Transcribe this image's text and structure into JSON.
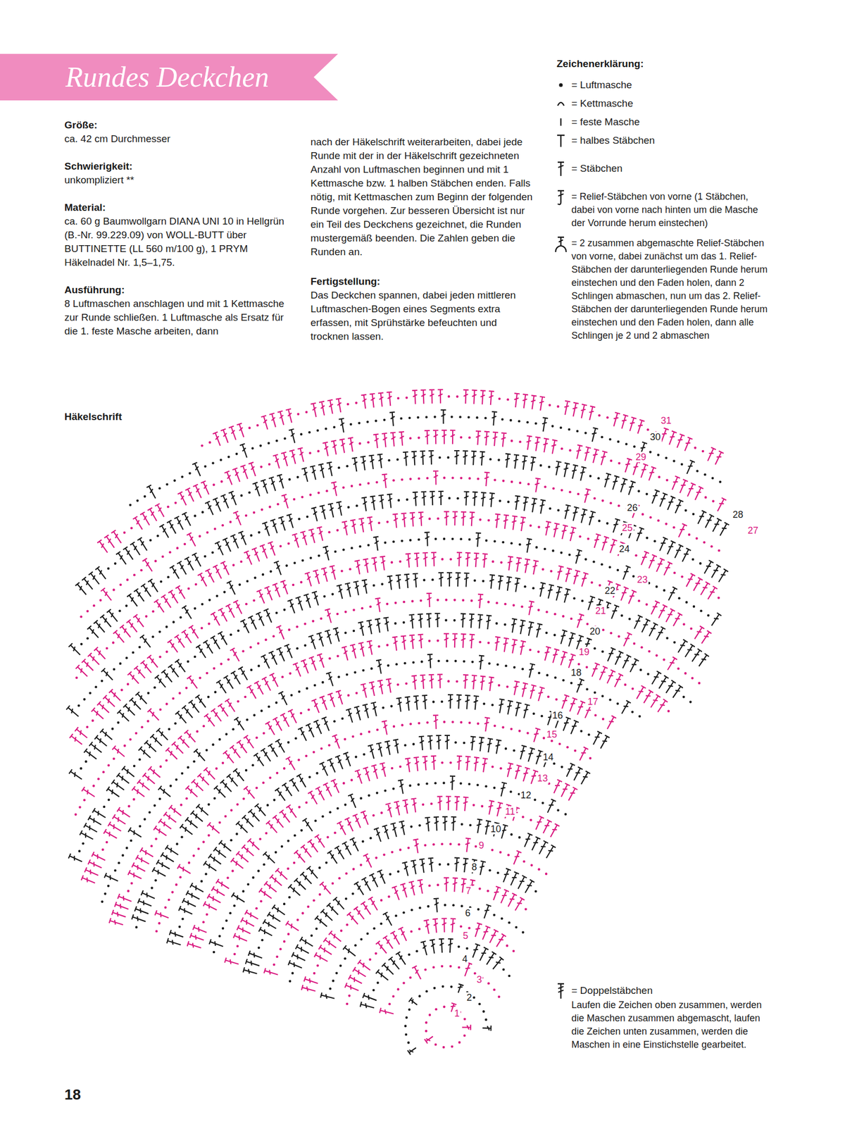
{
  "diagram": {
    "nodes": [
      {
        "text": [
          "Rundes Deckchen"
        ]
      }
    ],
    "labels": [
      "Größe:",
      "ca. 42 cm Durchmesser",
      "Schwierigkeit:",
      "unkompliziert **",
      "Material:",
      "ca. 60 g Baumwollgarn DIANA UNI 10 in Hellgrün (B.-Nr. 99.229.09) von WOLL-BUTT über BUTTINETTE (LL 560 m/100 g), 1 PRYM Häkelnadel Nr. 1,5–1,75.",
      "Ausführung:",
      "8 Luftmaschen anschlagen und mit 1 Kettmasche zur Runde schließen. 1 Luftmasche als Ersatz für die 1. feste Masche arbeiten, dann",
      "nach der Häkelschrift weiterarbeiten, dabei jede Runde mit der in der Häkelschrift gezeichneten Anzahl von Luftmaschen beginnen und mit 1 Kettmasche bzw. 1 halben Stäbchen enden. Falls nötig, mit Kettmaschen zum Beginn der folgenden Runde vorgehen. Zur besseren Übersicht ist nur ein Teil des Deckchens gezeichnet, die Runden mustergemäß beenden. Die Zahlen geben die Runden an.",
      "Fertigstellung:",
      "Das Deckchen spannen, dabei jeden mittleren Luftmaschen-Bogen eines Segments extra erfassen, mit Sprühstärke befeuchten und trocknen lassen.",
      "Zeichenerklärung:",
      "Häkelschrift",
      "1",
      "2",
      "3",
      "4",
      "5",
      "6",
      "7",
      "8",
      "9",
      "10",
      "11",
      "12",
      "13",
      "14",
      "15",
      "16",
      "17",
      "18",
      "19",
      "20",
      "21",
      "22",
      "23",
      "24",
      "25",
      "26",
      "27",
      "28",
      "29",
      "30",
      "31",
      "Laufen die Zeichen oben zusammen, werden die Maschen zusammen abgemascht, laufen die Zeichen unten zusammen, werden die Maschen in eine Einstichstelle gearbeitet.",
      "18"
    ],
    "legend": [
      {
        "text": "= Luftmasche"
      },
      {
        "text": "= Kettmasche"
      },
      {
        "text": "= feste Masche"
      },
      {
        "text": "= halbes Stäbchen"
      },
      {
        "text": "= Stäbchen"
      },
      {
        "text": "= Relief-Stäbchen von vorne (1 Stäbchen, dabei von vorne nach hinten um die Masche der Vorrunde herum einstechen)"
      },
      {
        "text": "= 2 zusammen abgemaschte Relief-Stäbchen von vorne, dabei zunächst um das 1. Relief-Stäbchen der darunterliegenden Runde herum einstechen und den Faden holen, dann 2 Schlingen abmaschen, nun um das 2. Relief-Stäbchen der darunterliegenden Runde herum einstechen und den Faden holen, dann alle Schlingen je 2 und 2 abmaschen"
      },
      {
        "text": "= Doppelstäbchen"
      }
    ]
  }
}
